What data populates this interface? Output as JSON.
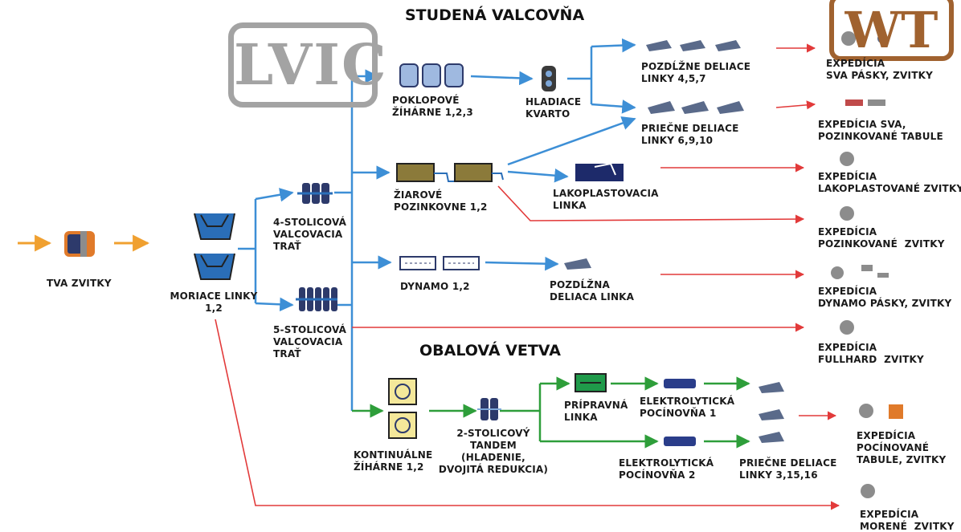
{
  "sections": {
    "cold_mill": "STUDENÁ VALCOVŇA",
    "packaging": "OBALOVÁ VETVA"
  },
  "watermarks": {
    "left": "LVIC",
    "right": "WT"
  },
  "nodes": {
    "tva_coils": "TVA ZVITKY",
    "pickling": "MORIACE LINKY\n1,2",
    "four_stand": "4-STOLICOVÁ\nVALCOVACIA\nTRAŤ",
    "five_stand": "5-STOLICOVÁ\nVALCOVACIA\nTRAŤ",
    "bell_annealing": "POKLOPOVÉ\nŽÍHÁRNE 1,2,3",
    "quarto": "HLADIACE\nKVARTO",
    "slitting_457": "POZDĹŽNE DELIACE\nLINKY 4,5,7",
    "cross_cut_6910": "PRIEČNE DELIACE\nLINKY 6,9,10",
    "galvanizing": "ŽIAROVÉ\nPOZINKOVNE 1,2",
    "coating": "LAKOPLASTOVACIA\nLINKA",
    "dynamo": "DYNAMO 1,2",
    "dynamo_slitting": "POZDĹŽNA\nDELIACA LINKA",
    "continuous_annealing": "KONTINUÁLNE\nŽÍHÁRNE 1,2",
    "tandem": "2-STOLICOVÝ\nTANDEM\n(HLADENIE,\nDVOJITÁ REDUKCIA)",
    "prep_line": "PRÍPRAVNÁ\nLINKA",
    "tinning_1": "ELEKTROLYTICKÁ\nPOCÍNOVŇA 1",
    "tinning_2": "ELEKTROLYTICKÁ\nPOCÍNOVŇA 2",
    "cross_cut_31516": "PRIEČNE DELIACE\nLINKY 3,15,16"
  },
  "expeditions": {
    "sva_strips": "EXPEDÍCIA\nSVA PÁSKY, ZVITKY",
    "sva_sheets": "EXPEDÍCIA SVA,\nPOZINKOVANÉ TABULE",
    "coated": "EXPEDÍCIA\nLAKOPLASTOVANÉ ZVITKY",
    "galvanized": "EXPEDÍCIA\nPOZINKOVANÉ  ZVITKY",
    "dynamo": "EXPEDÍCIA\nDYNAMO PÁSKY, ZVITKY",
    "fullhard": "EXPEDÍCIA\nFULLHARD  ZVITKY",
    "tinned": "EXPEDÍCIA\nPOCÍNOVANÉ\nTABULE, ZVITKY",
    "pickled": "EXPEDÍCIA\nMORENÉ  ZVITKY"
  },
  "colors": {
    "cold_flow": "#3d8fd6",
    "packaging_flow": "#2e9e3a",
    "to_expedition": "#e23a3a",
    "input_flow": "#f0a030"
  }
}
